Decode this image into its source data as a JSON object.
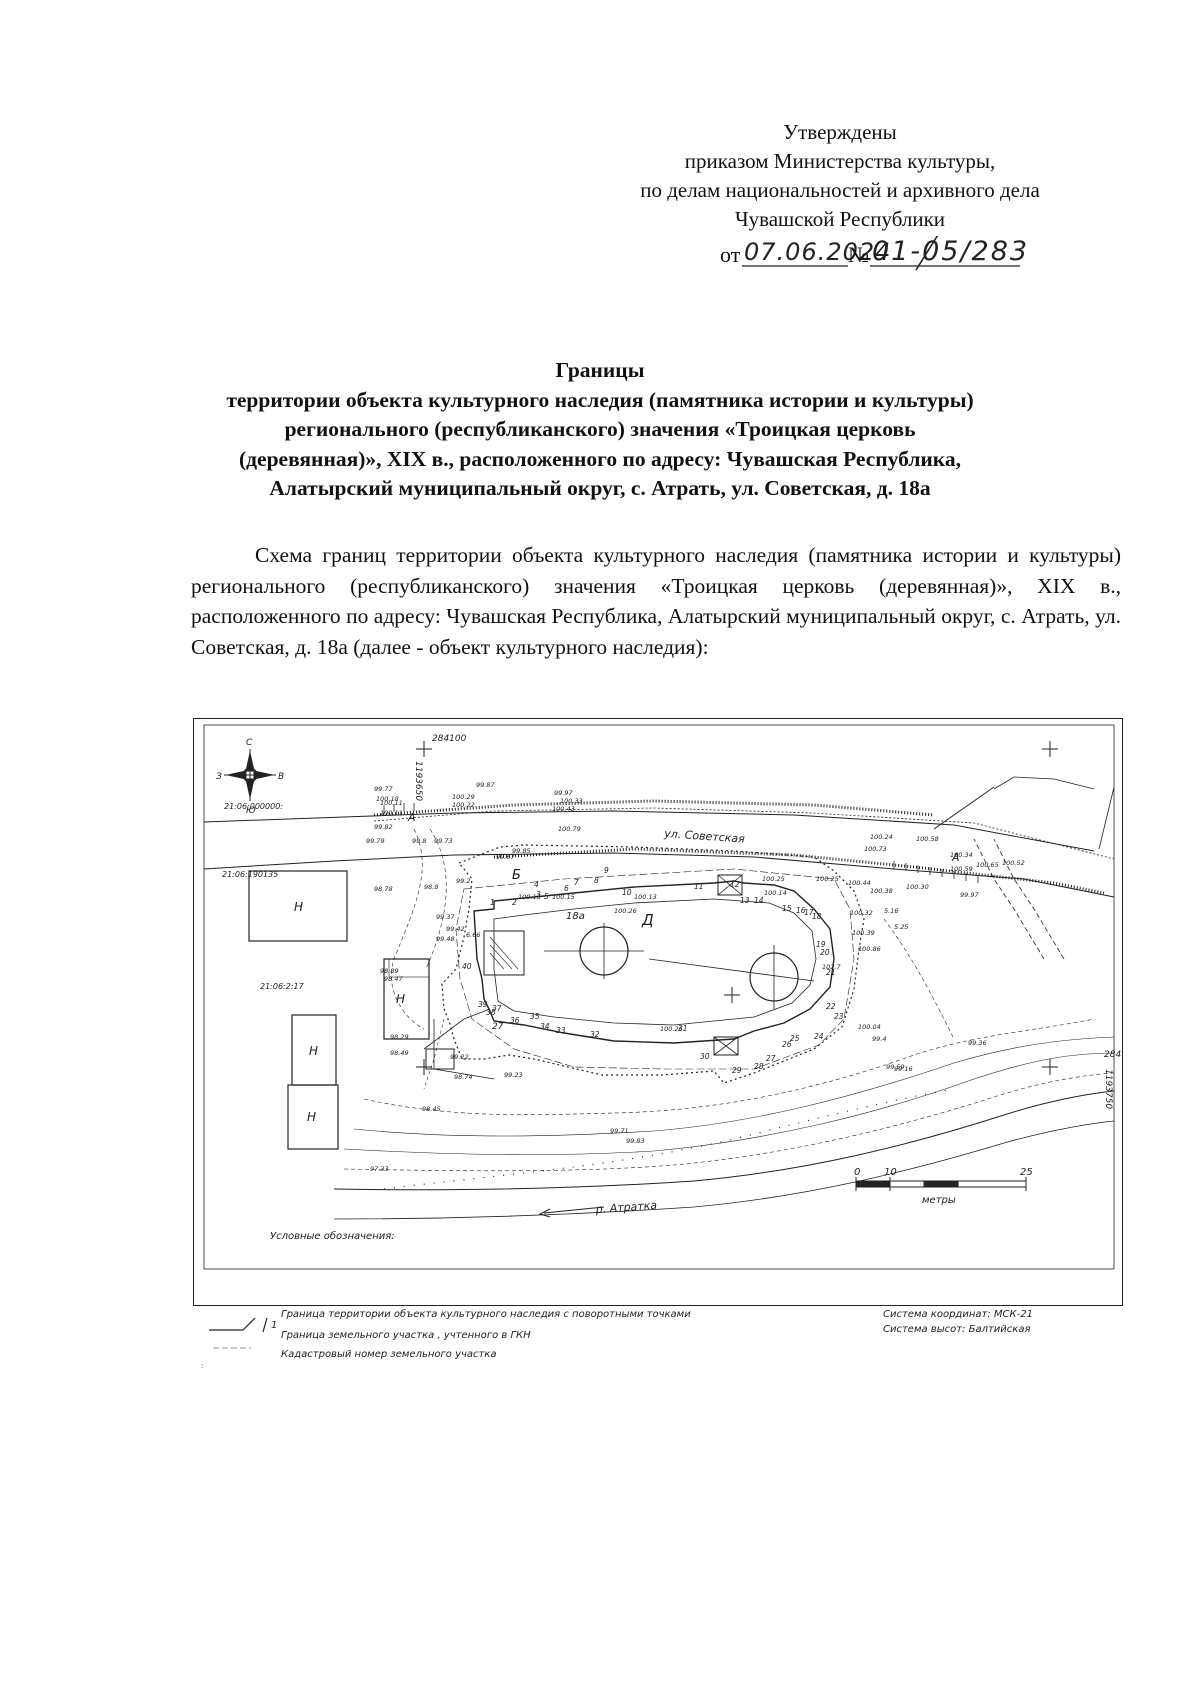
{
  "approval": {
    "line1": "Утверждены",
    "line2": "приказом Министерства культуры,",
    "line3": "по делам национальностей и архивного дела",
    "line4": "Чувашской Республики",
    "prefix": "от",
    "date_handwritten": "07.06.2024",
    "number_sign": "№",
    "number_handwritten": "01-05/283"
  },
  "title": {
    "line1": "Границы",
    "line2": "территории объекта культурного наследия (памятника истории и культуры)",
    "line3": "регионального (республиканского) значения «Троицкая церковь",
    "line4": "(деревянная)», XIX в., расположенного по адресу: Чувашская Республика,",
    "line5": "Алатырский муниципальный округ, с. Атрать, ул. Советская, д. 18а"
  },
  "intro": "Схема границ территории объекта культурного наследия (памятника истории и культуры) регионального (республиканского) значения «Троицкая церковь (деревянная)», XIX в., расположенного по адресу: Чувашская Республика, Алатырский муниципальный округ, с. Атрать, ул. Советская, д. 18а (далее - объект культурного наследия):",
  "map": {
    "compass": {
      "north": "С",
      "south": "Ю",
      "west": "З",
      "east": "В"
    },
    "grid_x_top": "284100",
    "grid_y_left": "1193650",
    "grid_x_right": "284",
    "grid_y_right": "1193750",
    "street": "ул. Советская",
    "river": "р. Атратка",
    "building_label": "Д",
    "building_number": "18а",
    "non_residential": "Н",
    "zone_b": "Б",
    "zone_a": "А",
    "scale": {
      "zero": "0",
      "ten": "10",
      "twentyfive": "25",
      "unit": "метры"
    },
    "legend_title": "Условные обозначения:",
    "elevations": [
      "99.77",
      "99.87",
      "99.97",
      "100.18",
      "100.29",
      "100.33",
      "100.43",
      "100.22",
      "100.11",
      "100.11",
      "99.82",
      "99.79",
      "99.8",
      "99.73",
      "99.85",
      "100.79",
      "99.67",
      "99.2",
      "98.78",
      "98.8",
      "99.37",
      "99.42",
      "99.48",
      "100.16",
      "100.15",
      "100.26",
      "100.13",
      "100.14",
      "100.25",
      "100.25",
      "100.44",
      "100.32",
      "100.39",
      "100.38",
      "100.86",
      "100.73",
      "100.24",
      "100.58",
      "100.59",
      "100.65",
      "100.30",
      "100.34",
      "100.52",
      "99.97",
      "100.04",
      "99.4",
      "99.36",
      "99.59",
      "99.16",
      "100.26",
      "99.22",
      "98.74",
      "99.23",
      "98.45",
      "98.47",
      "98.89",
      "98.29",
      "98.49",
      "99.83",
      "99.71",
      "97.33"
    ],
    "point_numbers": [
      "1",
      "2",
      "3",
      "4",
      "5",
      "6",
      "7",
      "8",
      "9",
      "10",
      "11",
      "12",
      "13",
      "14",
      "15",
      "16",
      "17",
      "18",
      "19",
      "20",
      "21",
      "22",
      "23",
      "24",
      "25",
      "26",
      "27",
      "28",
      "29",
      "30",
      "31",
      "32",
      "33",
      "34",
      "35",
      "36",
      "37",
      "38",
      "39",
      "40"
    ],
    "cadastral_numbers": [
      "21:06:000000:",
      "21:06:190135",
      "21:06:2:17",
      "27"
    ],
    "misc_numbers": [
      "6.66",
      "102.7",
      "5.16",
      "5.25"
    ]
  },
  "legend": {
    "item1": "Граница территории объекта культурного наследия с поворотными точками",
    "item1_mark": "1",
    "item2": "Граница земельного участка , учтенного в ГКН",
    "item3": "Кадастровый номер земельного участка",
    "coord_system": "Система координат: МСК-21",
    "height_system": "Система высот: Балтийская"
  }
}
